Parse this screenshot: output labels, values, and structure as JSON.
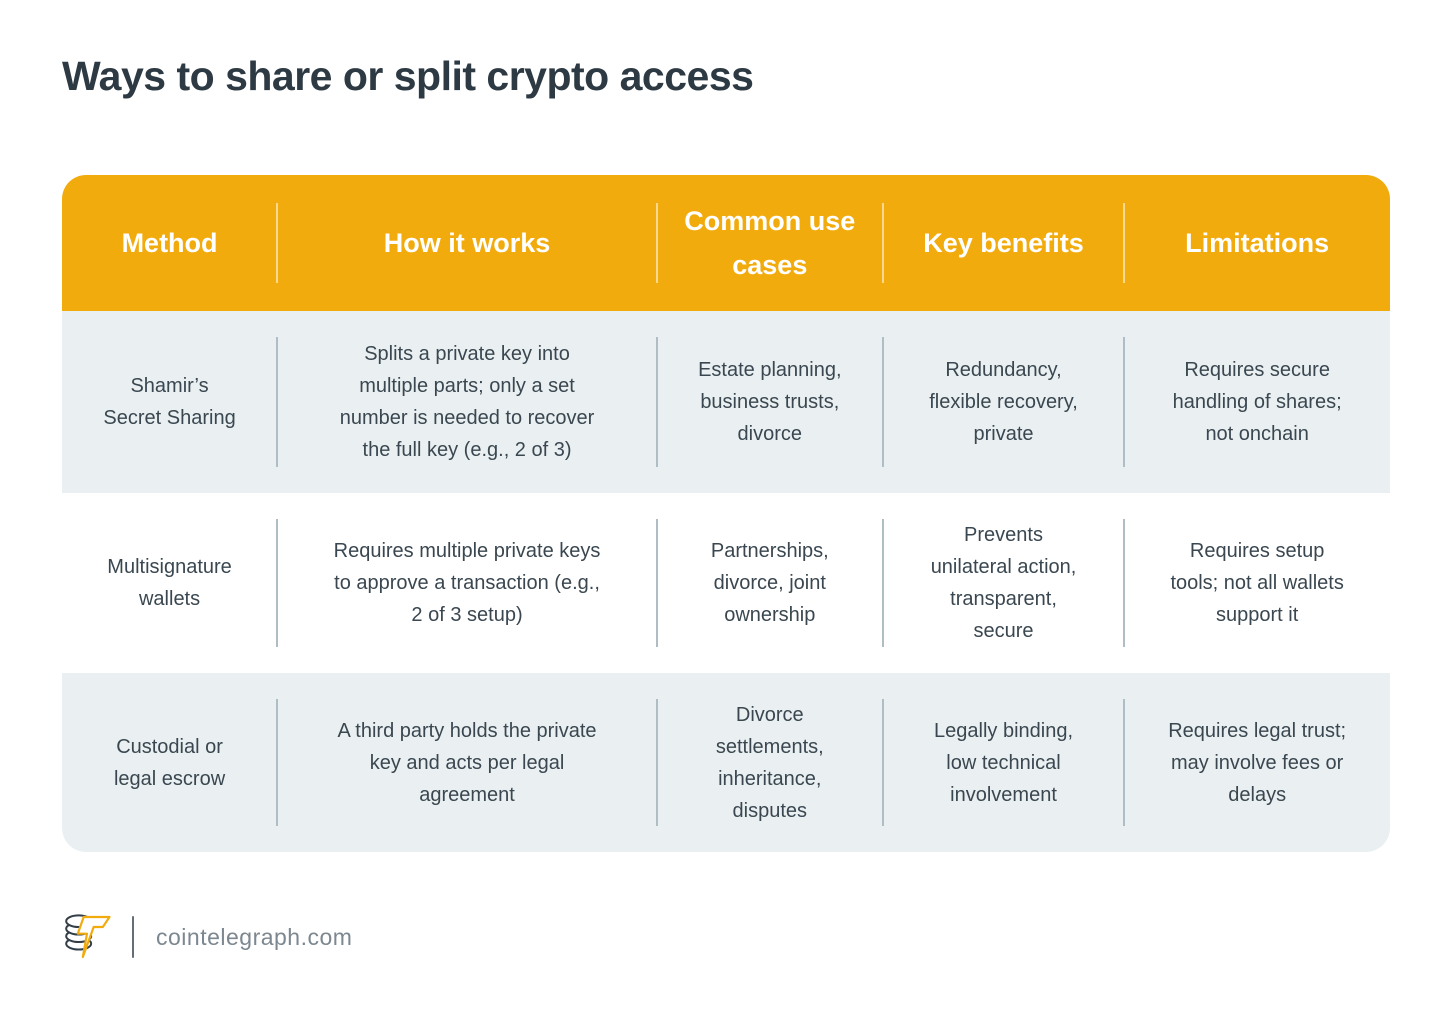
{
  "title": "Ways to share or split crypto access",
  "table": {
    "columns": [
      {
        "label": "Method"
      },
      {
        "label": "How it works"
      },
      {
        "label": "Common use cases"
      },
      {
        "label": "Key benefits"
      },
      {
        "label": "Limitations"
      }
    ],
    "rows": [
      {
        "cells": [
          "Shamir’s\nSecret Sharing",
          "Splits a private key into\nmultiple parts; only a set\nnumber is needed to recover\nthe full key (e.g., 2 of 3)",
          "Estate planning,\nbusiness trusts,\ndivorce",
          "Redundancy,\nflexible recovery,\nprivate",
          "Requires secure\nhandling of shares;\nnot onchain"
        ]
      },
      {
        "cells": [
          "Multisignature\nwallets",
          "Requires multiple private keys\nto approve a transaction (e.g.,\n2 of 3 setup)",
          "Partnerships,\ndivorce, joint\nownership",
          "Prevents\nunilateral action,\ntransparent,\nsecure",
          "Requires setup\ntools; not all wallets\nsupport it"
        ]
      },
      {
        "cells": [
          "Custodial or\nlegal escrow",
          "A third party holds the private\nkey and acts per legal\nagreement",
          "Divorce\nsettlements,\ninheritance,\ndisputes",
          "Legally binding,\nlow technical\ninvolvement",
          "Requires legal trust;\nmay involve fees or\ndelays"
        ]
      }
    ]
  },
  "footer": {
    "site": "cointelegraph.com",
    "logo_icon": "cointelegraph-coin-bolt-logo"
  },
  "colors": {
    "accent_yellow": "#F2AB0D",
    "header_text": "#FFFFFF",
    "row_alt_bg": "#EAF0F2",
    "row_bg": "#FFFFFF",
    "body_text": "#3A4750",
    "title_text": "#2D3A43",
    "divider": "#AFBDC4",
    "header_divider": "rgba(255,255,255,0.55)",
    "footer_text": "#7C8790",
    "footer_divider": "#646E76",
    "logo_ink": "#333E48"
  },
  "chart_data": {
    "type": "table",
    "title": "Ways to share or split crypto access",
    "columns": [
      "Method",
      "How it works",
      "Common use cases",
      "Key benefits",
      "Limitations"
    ],
    "rows": [
      [
        "Shamir’s Secret Sharing",
        "Splits a private key into multiple parts; only a set number is needed to recover the full key (e.g., 2 of 3)",
        "Estate planning, business trusts, divorce",
        "Redundancy, flexible recovery, private",
        "Requires secure handling of shares; not onchain"
      ],
      [
        "Multisignature wallets",
        "Requires multiple private keys to approve a transaction (e.g., 2 of 3 setup)",
        "Partnerships, divorce, joint ownership",
        "Prevents unilateral action, transparent, secure",
        "Requires setup tools; not all wallets support it"
      ],
      [
        "Custodial or legal escrow",
        "A third party holds the private key and acts per legal agreement",
        "Divorce settlements, inheritance, disputes",
        "Legally binding, low technical involvement",
        "Requires legal trust; may involve fees or delays"
      ]
    ],
    "layout": {
      "header_bg": "#F2AB0D",
      "alternating_row_bg": [
        "#EAF0F2",
        "#FFFFFF",
        "#EAF0F2"
      ],
      "source": "cointelegraph.com"
    }
  }
}
